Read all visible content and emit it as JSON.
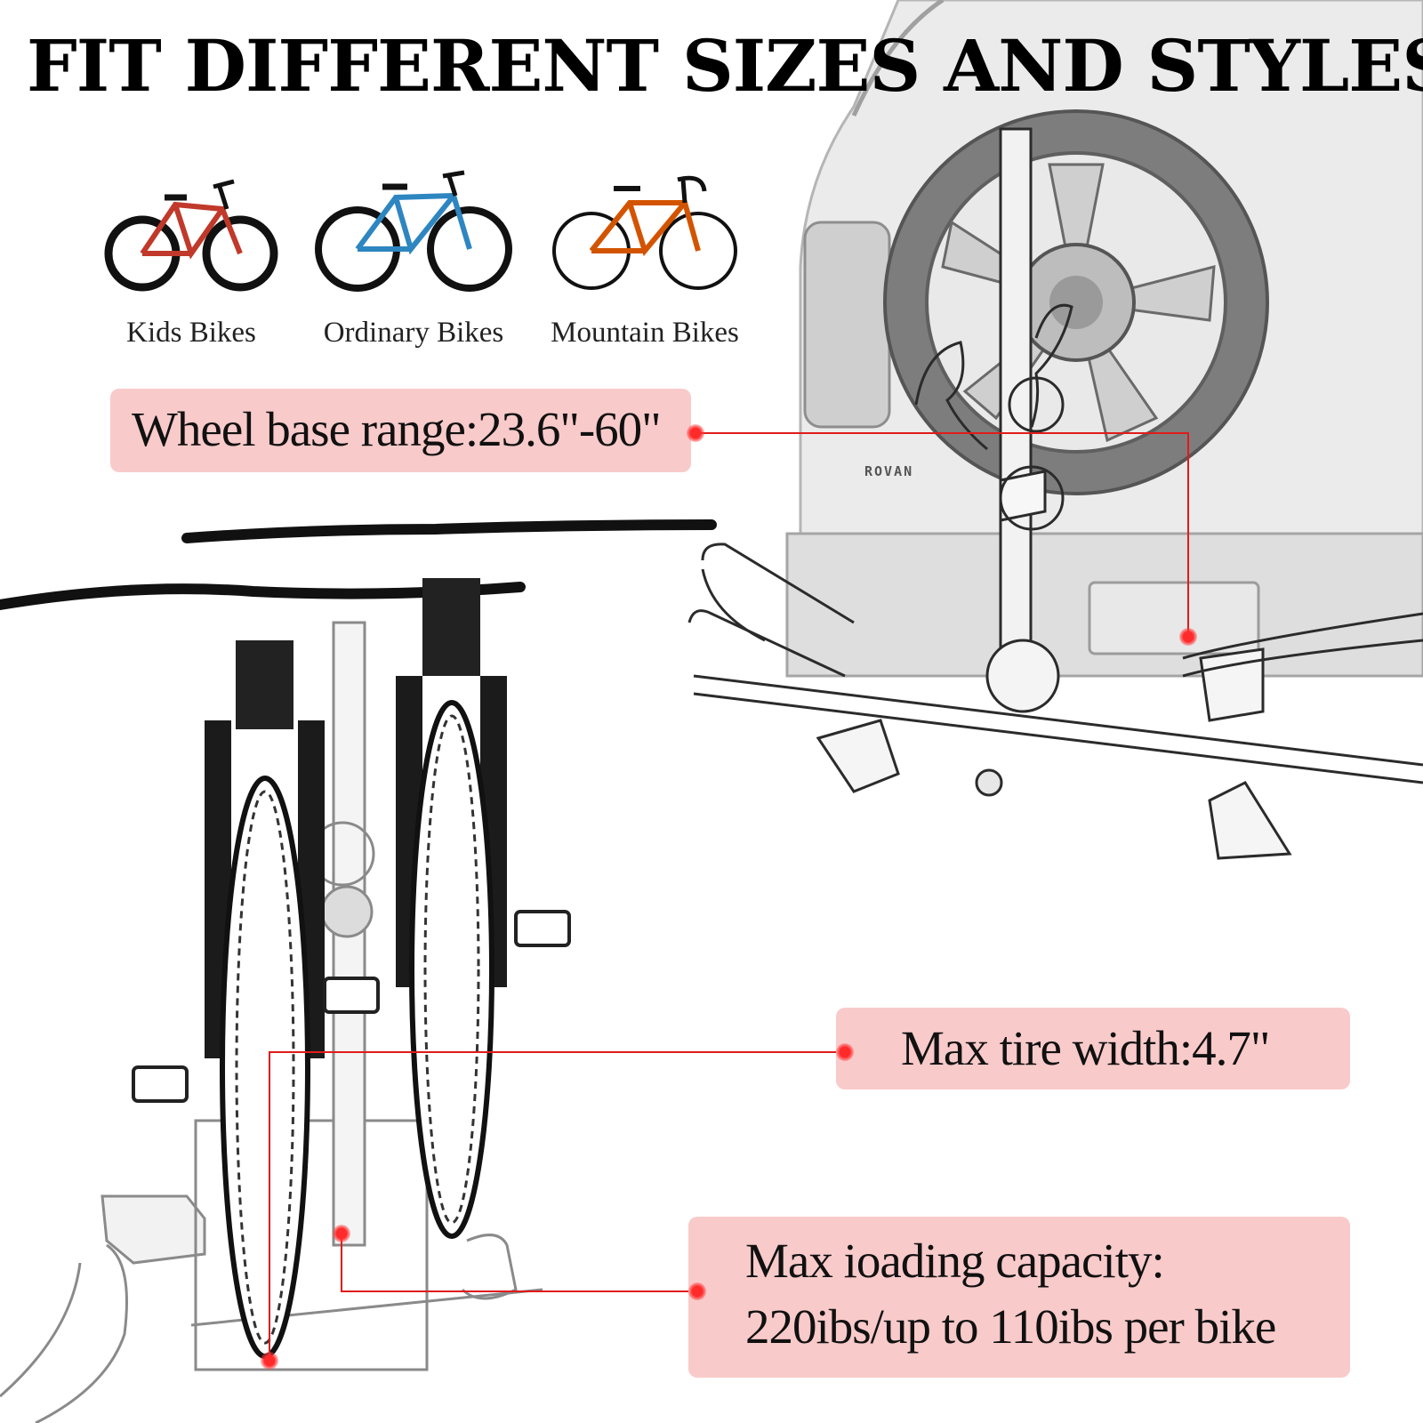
{
  "headline": "FIT DIFFERENT SIZES AND STYLES",
  "bike_types": [
    {
      "label": "Kids Bikes",
      "frame_color": "#c0392b"
    },
    {
      "label": "Ordinary Bikes",
      "frame_color": "#2e86c1"
    },
    {
      "label": "Mountain Bikes",
      "frame_color": "#d35400"
    }
  ],
  "callouts": {
    "wheel_base": {
      "text": "Wheel base range:23.6\"-60\""
    },
    "tire_width": {
      "text": "Max tire width:4.7\""
    },
    "capacity": {
      "line1": "Max ioading capacity:",
      "line2": "220ibs/up to 110ibs per bike"
    }
  },
  "vehicle_badge": "ROVAN",
  "colors": {
    "callout_bg": "#f9caca",
    "accent_red": "#ff2a2a",
    "ink": "#111111"
  }
}
